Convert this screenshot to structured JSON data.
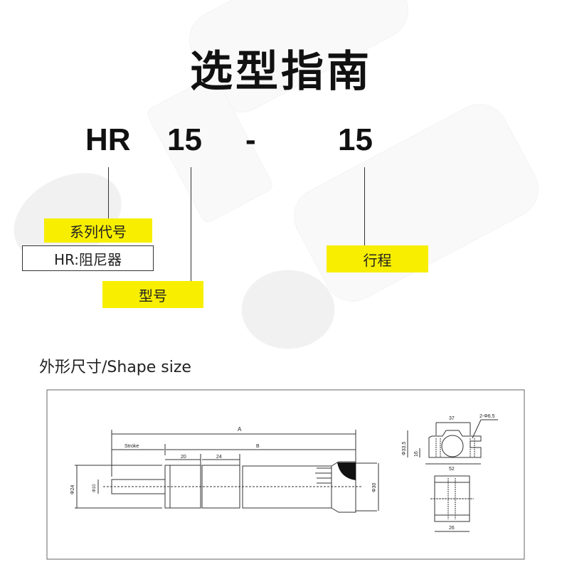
{
  "title": "选型指南",
  "model_code": {
    "series": "HR",
    "model": "15",
    "separator": "-",
    "stroke": "15"
  },
  "labels": {
    "series_label": "系列代号",
    "series_value": "HR:阻尼器",
    "model_label": "型号",
    "stroke_label": "行程"
  },
  "section_title": "外形尺寸/Shape size",
  "drawing": {
    "dim_a": "A",
    "dim_b": "B",
    "dim_stroke": "Stroke",
    "dim_20": "20",
    "dim_24": "24",
    "dim_d24": "Φ24",
    "dim_d10": "Φ10",
    "dim_d30": "Φ30",
    "dim_37": "37",
    "dim_holes": "2-Φ6.5",
    "dim_d33_5": "Φ33.5",
    "dim_16": "16",
    "dim_52": "52",
    "dim_26": "26"
  }
}
